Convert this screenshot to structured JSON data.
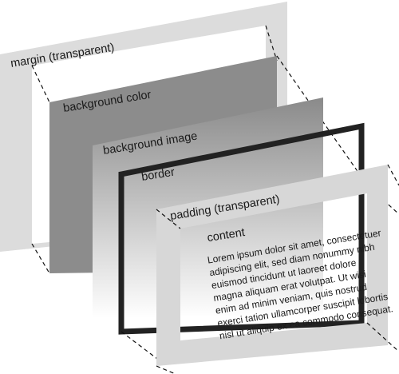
{
  "layers": {
    "margin": {
      "label": "margin (transparent)"
    },
    "background_color": {
      "label": "background color"
    },
    "background_image": {
      "label": "background image"
    },
    "border": {
      "label": "border"
    },
    "padding": {
      "label": "padding (transparent)"
    },
    "content": {
      "label": "content",
      "lines": [
        "Lorem ipsum dolor sit amet, consectetuer",
        "adipiscing elit, sed diam nonummy nibh",
        "euismod tincidunt ut laoreet dolore",
        "magna aliquam erat volutpat. Ut wisi",
        "enim ad minim veniam, quis nostrud",
        "exerci tation ullamcorper suscipit lobortis",
        "nisl ut aliquip ex ea commodo consequat."
      ]
    }
  },
  "colors": {
    "margin_fill": "#dcdcdc",
    "background_color_fill": "#8c8c8c",
    "background_image_top": "#8a8a8a",
    "background_image_bottom": "#ffffff",
    "border_stroke": "#222222",
    "padding_fill": "#d7d7d7",
    "label_text": "#1a1a1a"
  }
}
